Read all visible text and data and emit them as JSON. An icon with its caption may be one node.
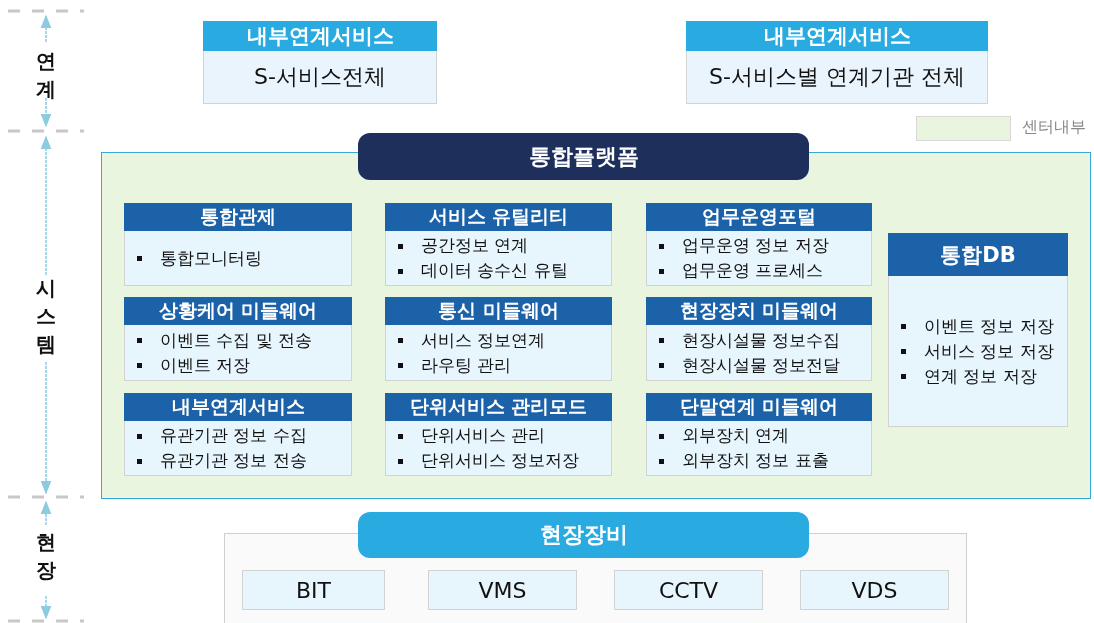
{
  "diagram": {
    "nodes": [
      {
        "text": [
          "내부연계서비스",
          "S-서비스전체"
        ]
      },
      {
        "text": [
          "내부연계서비스",
          "S-서비스별 연계기관 전체"
        ]
      },
      {
        "text": [
          "통합플랫폼"
        ]
      },
      {
        "text": [
          "통합관제",
          "통합모니터링"
        ],
        "in": 2
      },
      {
        "text": [
          "서비스 유틸리티",
          "공간정보 연계",
          "데이터 송수신 유틸"
        ],
        "in": 2
      },
      {
        "text": [
          "업무운영포털",
          "업무운영 정보 저장",
          "업무운영 프로세스"
        ],
        "in": 2
      },
      {
        "text": [
          "통합DB",
          "이벤트 정보 저장",
          "서비스 정보 저장",
          "연계 정보 저장"
        ],
        "in": 2
      },
      {
        "text": [
          "상황케어 미들웨어",
          "이벤트 수집 및 전송",
          "이벤트 저장"
        ],
        "in": 2
      },
      {
        "text": [
          "통신 미들웨어",
          "서비스 정보연계",
          "라우팅 관리"
        ],
        "in": 2
      },
      {
        "text": [
          "현장장치 미들웨어",
          "현장시설물 정보수집",
          "현장시설물 정보전달"
        ],
        "in": 2
      },
      {
        "text": [
          "내부연계서비스",
          "유관기관 정보 수집",
          "유관기관 정보 전송"
        ],
        "in": 2
      },
      {
        "text": [
          "단위서비스 관리모드",
          "단위서비스 관리",
          "단위서비스 정보저장"
        ],
        "in": 2
      },
      {
        "text": [
          "단말연계 미들웨어",
          "외부장치 연계",
          "외부장치 정보 표출"
        ],
        "in": 2
      },
      {
        "text": [
          "현장장비"
        ]
      },
      {
        "text": [
          "BIT"
        ],
        "in": 13
      },
      {
        "text": [
          "VMS"
        ],
        "in": 13
      },
      {
        "text": [
          "CCTV"
        ],
        "in": 13
      },
      {
        "text": [
          "VDS"
        ],
        "in": 13
      }
    ],
    "labels": [
      "연계",
      "시스템",
      "현장"
    ],
    "legend": [
      {
        "text": "센터내부",
        "color": "#eaf5df"
      }
    ]
  }
}
